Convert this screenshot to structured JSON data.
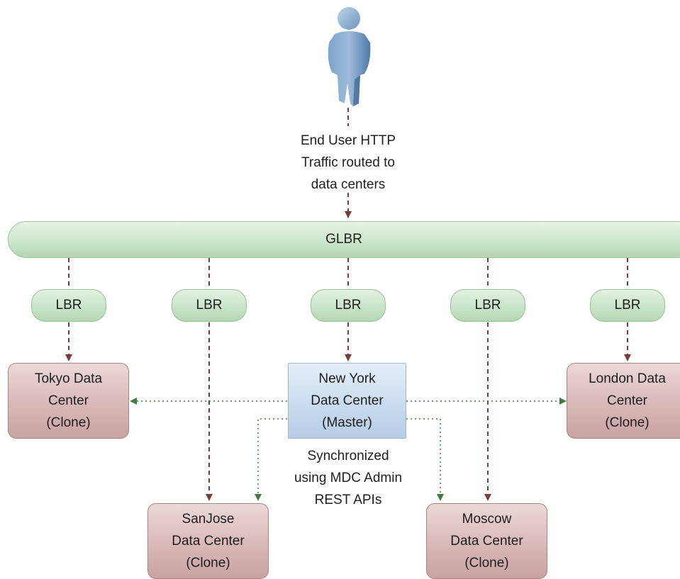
{
  "user_traffic_label": "End User HTTP\nTraffic routed to\ndata centers",
  "glbr_label": "GLBR",
  "lbr_label": "LBR",
  "sync_label": "Synchronized\nusing MDC Admin\nREST APIs",
  "data_centers": {
    "tokyo": "Tokyo Data\nCenter\n(Clone)",
    "sanjose": "SanJose\nData Center\n(Clone)",
    "newyork": "New York\nData Center\n(Master)",
    "moscow": "Moscow\nData Center\n(Clone)",
    "london": "London Data\nCenter\n(Clone)"
  },
  "colors": {
    "traffic_arrow": "#7a3b3b",
    "sync_arrow": "#3f7a3f",
    "master_fill": "#c9dcef",
    "clone_fill": "#d9b8b8",
    "balancer_fill": "#c8e4c8"
  },
  "icons": {
    "user": "person-icon"
  }
}
